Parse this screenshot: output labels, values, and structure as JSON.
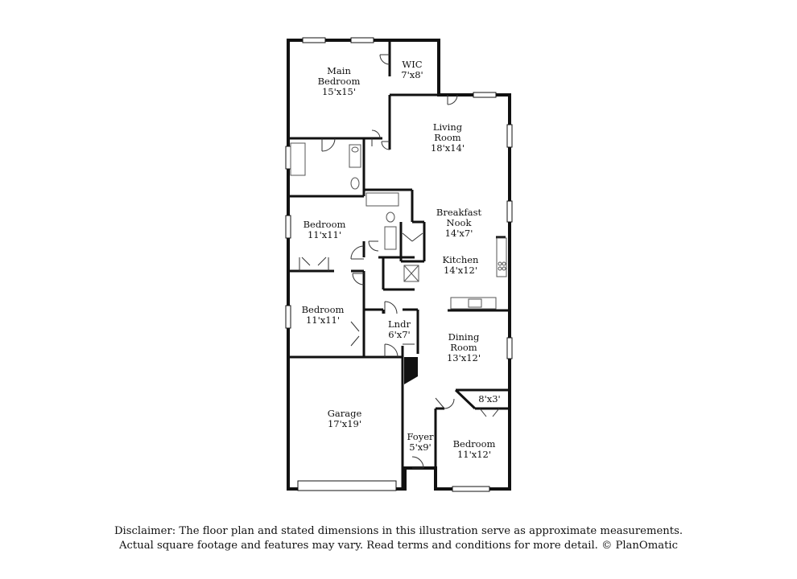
{
  "rooms": {
    "main_bedroom": {
      "name_line1": "Main",
      "name_line2": "Bedroom",
      "size": "15'x15'"
    },
    "wic": {
      "name": "WIC",
      "size": "7'x8'"
    },
    "living_room": {
      "name_line1": "Living",
      "name_line2": "Room",
      "size": "18'x14'"
    },
    "breakfast_nook": {
      "name_line1": "Breakfast",
      "name_line2": "Nook",
      "size": "14'x7'"
    },
    "kitchen": {
      "name": "Kitchen",
      "size": "14'x12'"
    },
    "bedroom_2": {
      "name": "Bedroom",
      "size": "11'x11'"
    },
    "bedroom_3": {
      "name": "Bedroom",
      "size": "11'x11'"
    },
    "laundry": {
      "name": "Lndr",
      "size": "6'x7'"
    },
    "dining_room": {
      "name_line1": "Dining",
      "name_line2": "Room",
      "size": "13'x12'"
    },
    "closet": {
      "size": "8'x3'"
    },
    "garage": {
      "name": "Garage",
      "size": "17'x19'"
    },
    "foyer": {
      "name": "Foyer",
      "size": "5'x9'"
    },
    "bedroom_4": {
      "name": "Bedroom",
      "size": "11'x12'"
    }
  },
  "disclaimer": {
    "line1": "Disclaimer: The floor plan and stated dimensions in this illustration serve as approximate measurements.",
    "line2": "Actual square footage and features may vary. Read terms and conditions for more detail. © PlanOmatic"
  },
  "colors": {
    "wall": "#111111",
    "fixture": "#555555",
    "window": "#ffffff"
  }
}
